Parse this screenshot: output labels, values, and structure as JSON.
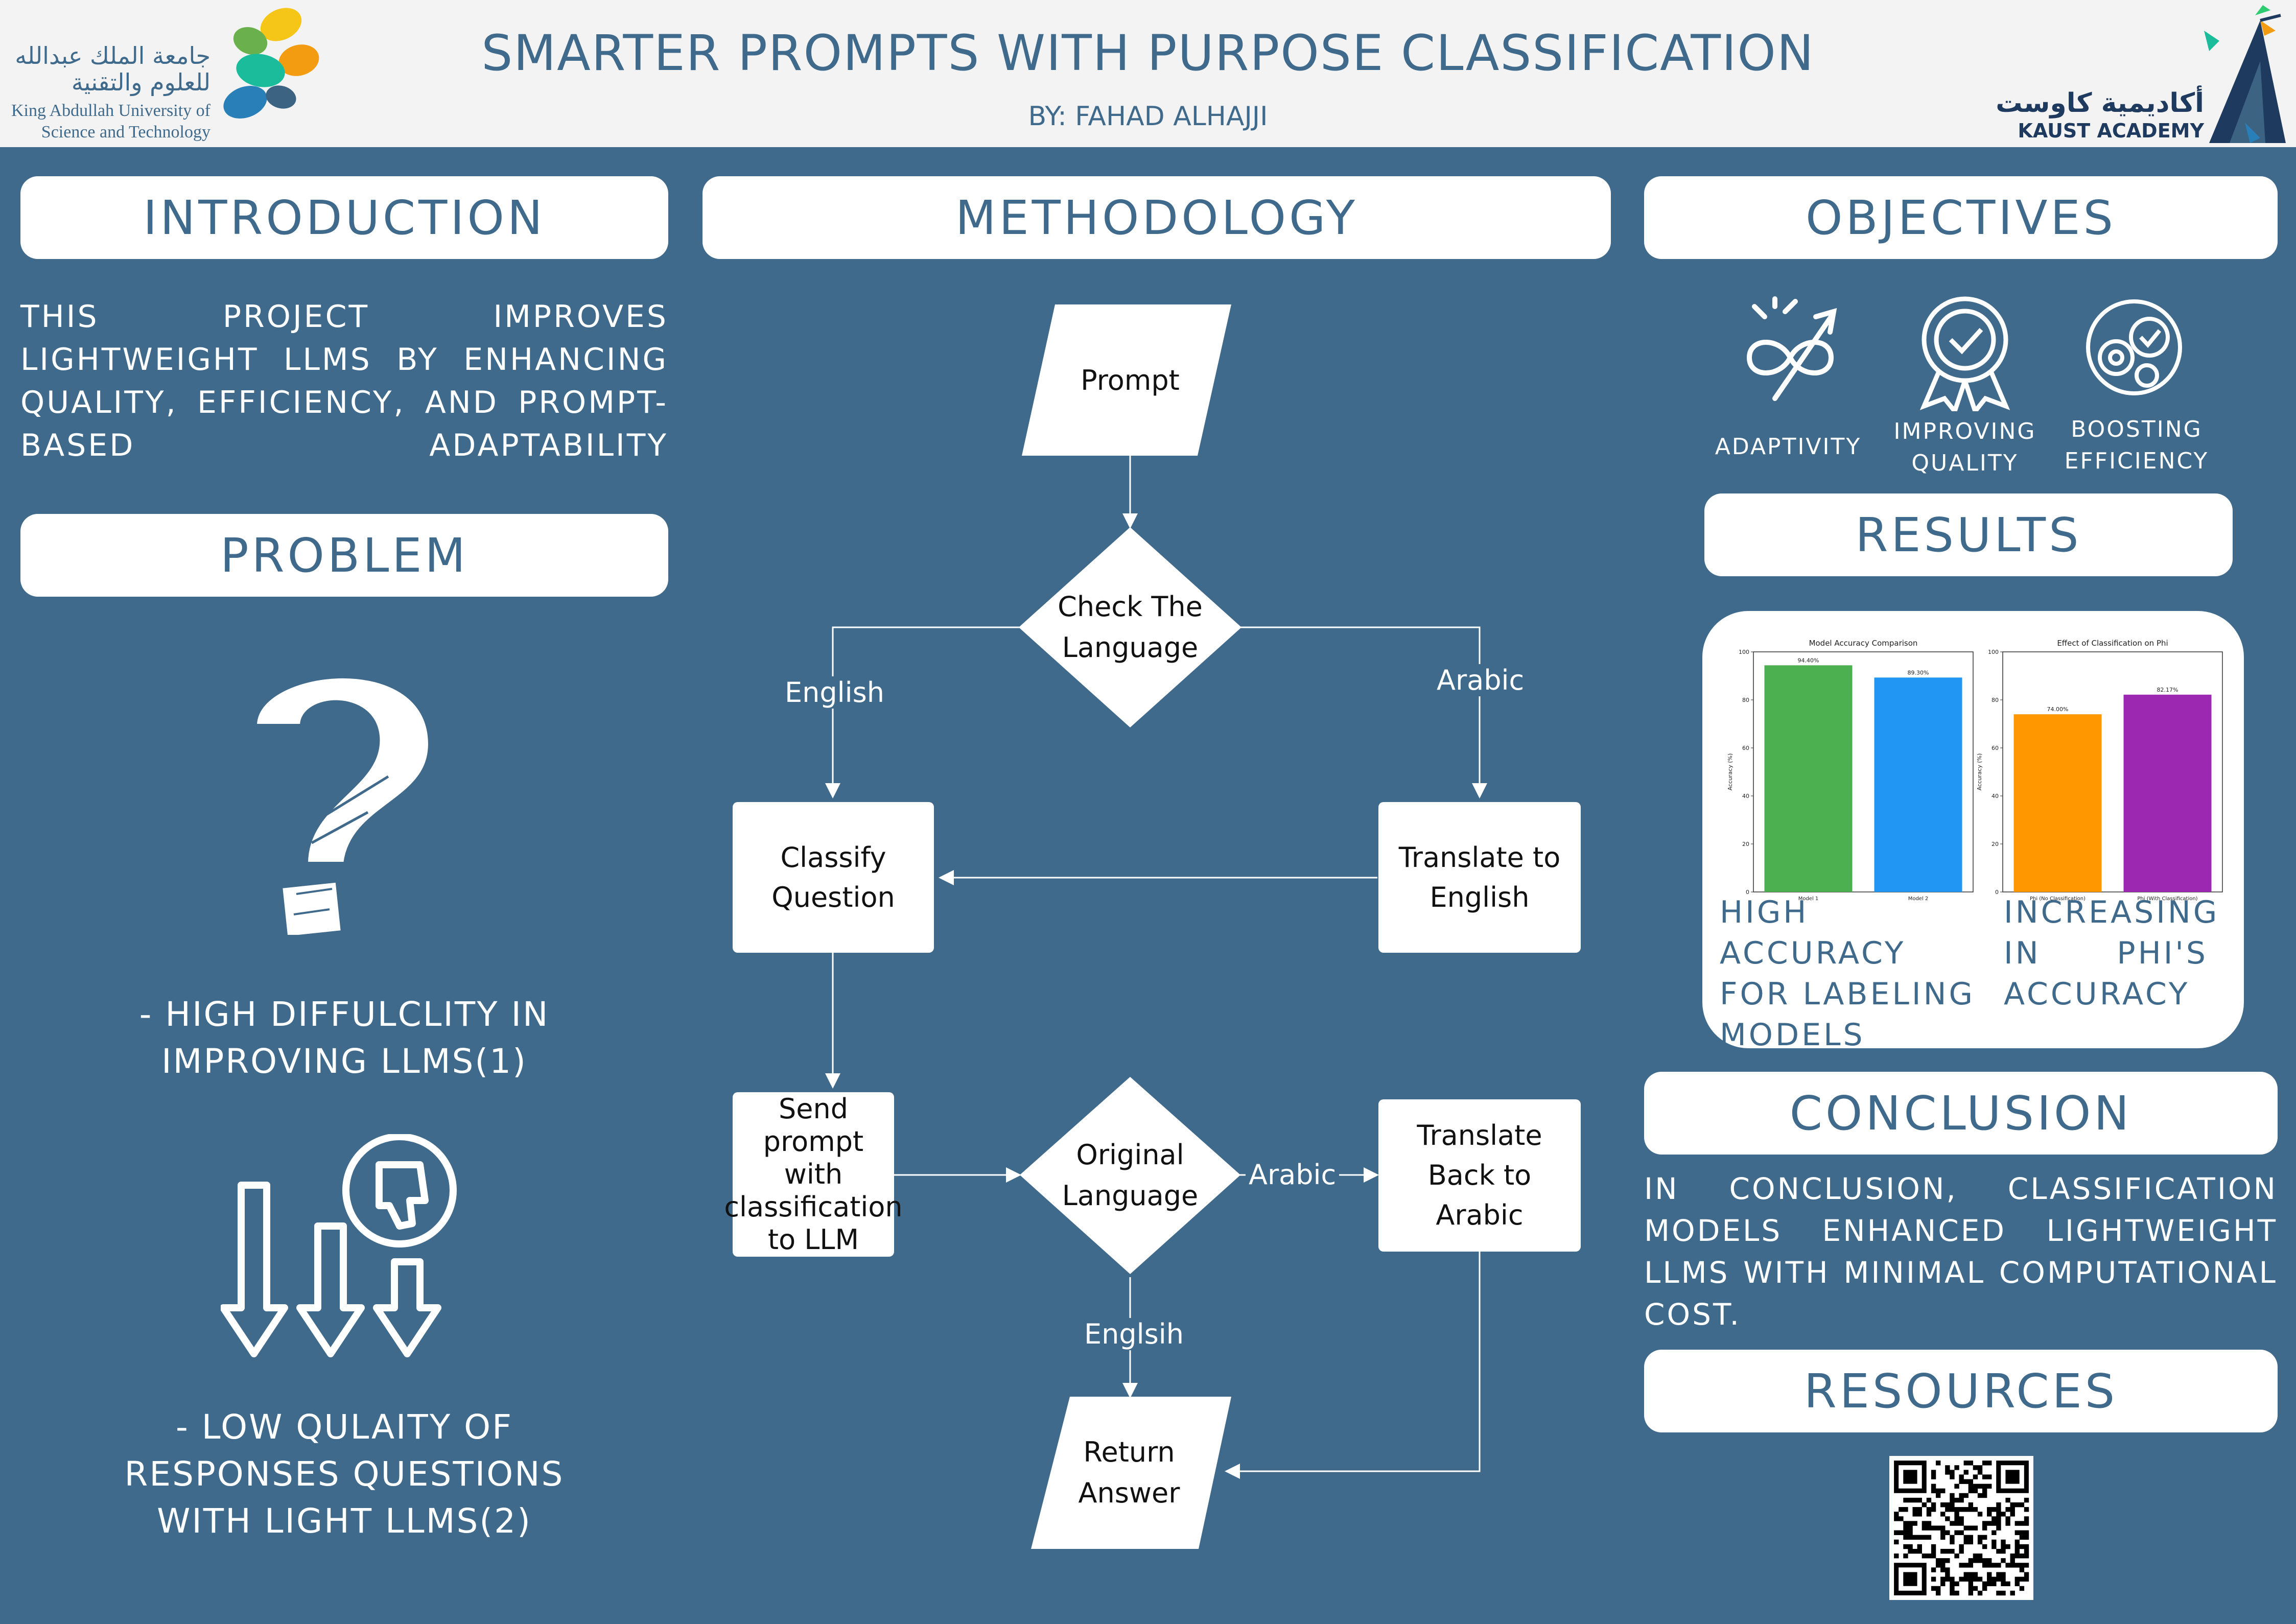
{
  "header": {
    "title": "SMARTER PROMPTS WITH PURPOSE CLASSIFICATION",
    "byline": "BY: FAHAD ALHAJJI",
    "kaust_logo_text": [
      "جامعة الملك عبدالله",
      "للعلوم والتقنية",
      "King Abdullah University of",
      "Science and Technology"
    ],
    "academy_logo_text": [
      "أكاديمية كاوست",
      "KAUST ACADEMY"
    ]
  },
  "sections": {
    "introduction": "INTRODUCTION",
    "problem": "PROBLEM",
    "methodology": "METHODOLOGY",
    "objectives": "OBJECTIVES",
    "results": "RESULTS",
    "conclusion": "CONCLUSION",
    "resources": "RESOURCES"
  },
  "introduction_text": "THIS PROJECT IMPROVES LIGHTWEIGHT LLMS BY ENHANCING QUALITY, EFFICIENCY, AND PROMPT-BASED ADAPTABILITY",
  "problem": {
    "point1": [
      "- HIGH DIFFULCLITY IN",
      "IMPROVING LLMS(1)"
    ],
    "point2": [
      "- LOW QULAITY OF",
      "RESPONSES QUESTIONS",
      "WITH LIGHT LLMS(2)"
    ]
  },
  "flowchart": {
    "prompt": "Prompt",
    "check_language": [
      "Check The",
      "Language"
    ],
    "english_label": "English",
    "arabic_label": "Arabic",
    "classify": [
      "Classify",
      "Question"
    ],
    "translate_en": [
      "Translate to",
      "English"
    ],
    "send_prompt": [
      "Send prompt",
      "with",
      "classification",
      "to LLM"
    ],
    "original_language": [
      "Original",
      "Language"
    ],
    "arabic_label2": "Arabic",
    "translate_back": [
      "Translate",
      "Back to",
      "Arabic"
    ],
    "english_label2": "Englsih",
    "return_answer": [
      "Return",
      "Answer"
    ]
  },
  "objectives": {
    "items": [
      {
        "label": [
          "ADAPTIVITY"
        ],
        "icon": "adaptivity-icon"
      },
      {
        "label": [
          "IMPROVING",
          "QUALITY"
        ],
        "icon": "quality-badge-icon"
      },
      {
        "label": [
          "BOOSTING",
          "EFFICIENCY"
        ],
        "icon": "gears-icon"
      }
    ]
  },
  "results": {
    "caption_left": "HIGH ACCURACY FOR LABELING MODELS",
    "caption_right": "INCREASING IN PHI'S ACCURACY"
  },
  "chart_data": [
    {
      "type": "bar",
      "title": "Model Accuracy Comparison",
      "ylabel": "Accuracy (%)",
      "categories": [
        "Model 1",
        "Model 2"
      ],
      "values": [
        94.4,
        89.3
      ],
      "value_labels": [
        "94.40%",
        "89.30%"
      ],
      "colors": [
        "#4caf50",
        "#2196f3"
      ],
      "ylim": [
        0,
        100
      ],
      "yticks": [
        "0",
        "20",
        "40",
        "60",
        "80",
        "100"
      ]
    },
    {
      "type": "bar",
      "title": "Effect of Classification on Phi",
      "ylabel": "Accuracy (%)",
      "categories": [
        "Phi (No Classification)",
        "Phi (With Classification)"
      ],
      "values": [
        74.0,
        82.17
      ],
      "value_labels": [
        "74.00%",
        "82.17%"
      ],
      "colors": [
        "#ff9800",
        "#9c27b0"
      ],
      "ylim": [
        0,
        100
      ],
      "yticks": [
        "0",
        "20",
        "40",
        "60",
        "80",
        "100"
      ]
    }
  ],
  "conclusion_text": "IN CONCLUSION, CLASSIFICATION MODELS ENHANCED LIGHTWEIGHT LLMS WITH MINIMAL COMPUTATIONAL COST.",
  "qr_icon": "qr-code-icon"
}
